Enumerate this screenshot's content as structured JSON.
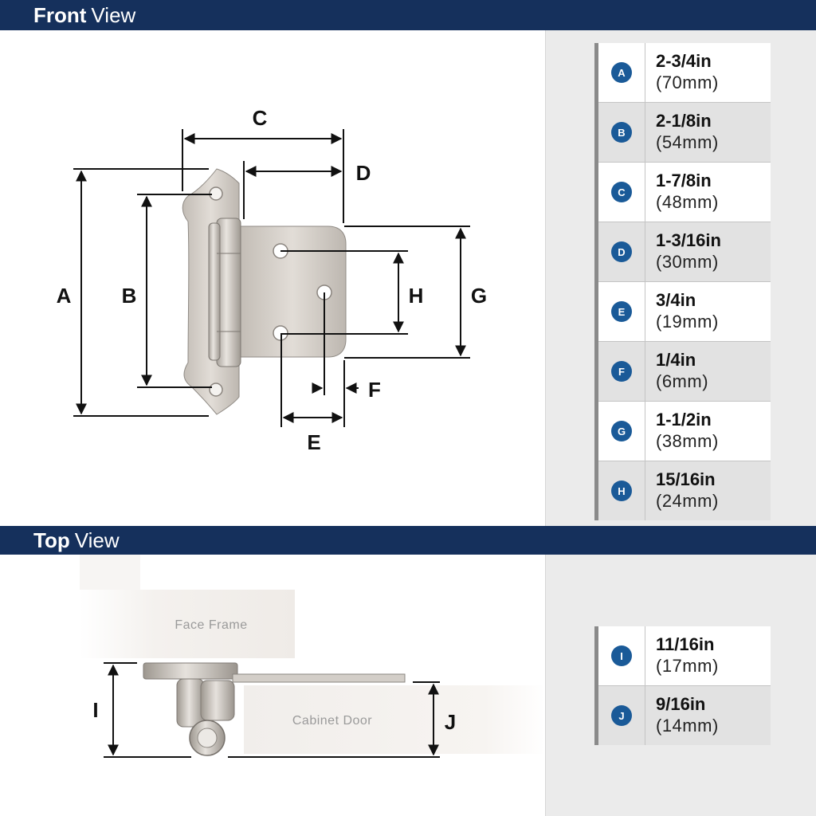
{
  "front_view": {
    "title_bold": "Front",
    "title_regular": "View",
    "letters": {
      "A": "A",
      "B": "B",
      "C": "C",
      "D": "D",
      "E": "E",
      "F": "F",
      "G": "G",
      "H": "H"
    }
  },
  "top_view": {
    "title_bold": "Top",
    "title_regular": "View",
    "face_frame_label": "Face Frame",
    "cabinet_door_label": "Cabinet Door",
    "letters": {
      "I": "I",
      "J": "J"
    }
  },
  "front_dims": [
    {
      "letter": "A",
      "imperial": "2-3/4in",
      "metric": "(70mm)"
    },
    {
      "letter": "B",
      "imperial": "2-1/8in",
      "metric": "(54mm)"
    },
    {
      "letter": "C",
      "imperial": "1-7/8in",
      "metric": "(48mm)"
    },
    {
      "letter": "D",
      "imperial": "1-3/16in",
      "metric": "(30mm)"
    },
    {
      "letter": "E",
      "imperial": "3/4in",
      "metric": "(19mm)"
    },
    {
      "letter": "F",
      "imperial": "1/4in",
      "metric": "(6mm)"
    },
    {
      "letter": "G",
      "imperial": "1-1/2in",
      "metric": "(38mm)"
    },
    {
      "letter": "H",
      "imperial": "15/16in",
      "metric": "(24mm)"
    }
  ],
  "top_dims": [
    {
      "letter": "I",
      "imperial": "11/16in",
      "metric": "(17mm)"
    },
    {
      "letter": "J",
      "imperial": "9/16in",
      "metric": "(14mm)"
    }
  ],
  "colors": {
    "banner": "#15305c",
    "badge": "#1a5a98",
    "panel": "#ebebeb",
    "metal": "#d4cfc9"
  }
}
